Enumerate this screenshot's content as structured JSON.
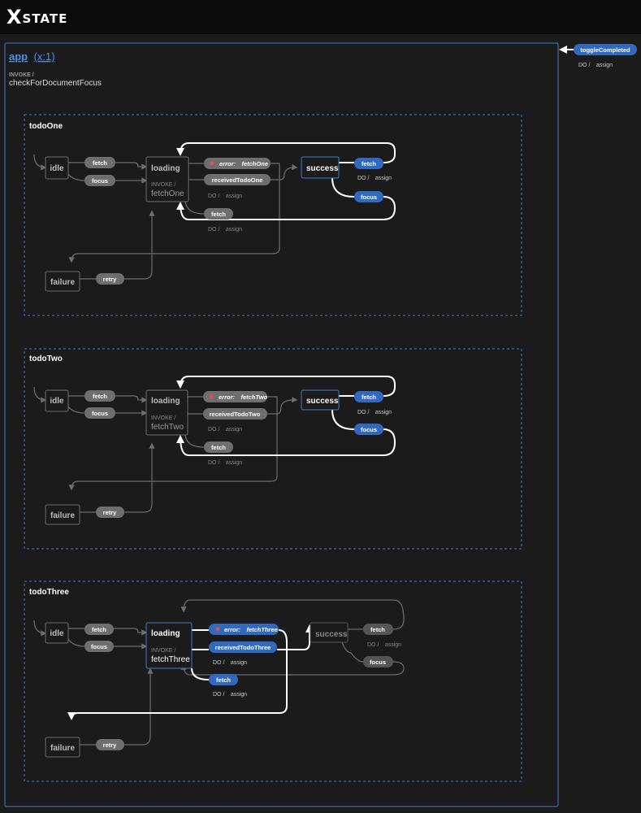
{
  "header": {
    "logo_mark": "X",
    "logo_text": "STATE"
  },
  "root": {
    "name": "app",
    "id_label": "(x:1)",
    "invoke_label": "INVOKE /",
    "invoke_src": "checkForDocumentFocus",
    "event": "toggleCompleted",
    "event_action": "assign",
    "do_label": "DO /"
  },
  "groups": [
    {
      "name": "todoOne",
      "states": {
        "idle": "idle",
        "loading": "loading",
        "success": "success",
        "failure": "failure"
      },
      "loading_invoke_label": "INVOKE /",
      "loading_invoke_src": "fetchOne",
      "events": {
        "idle_fetch": "fetch",
        "idle_focus": "focus",
        "error_prefix": "error:",
        "error_src": "fetchOne",
        "received": "receivedTodoOne",
        "loading_fetch": "fetch",
        "success_fetch": "fetch",
        "success_focus": "focus",
        "retry": "retry"
      },
      "do_label": "DO /",
      "action": "assign"
    },
    {
      "name": "todoTwo",
      "states": {
        "idle": "idle",
        "loading": "loading",
        "success": "success",
        "failure": "failure"
      },
      "loading_invoke_label": "INVOKE /",
      "loading_invoke_src": "fetchTwo",
      "events": {
        "idle_fetch": "fetch",
        "idle_focus": "focus",
        "error_prefix": "error:",
        "error_src": "fetchTwo",
        "received": "receivedTodoTwo",
        "loading_fetch": "fetch",
        "success_fetch": "fetch",
        "success_focus": "focus",
        "retry": "retry"
      },
      "do_label": "DO /",
      "action": "assign"
    },
    {
      "name": "todoThree",
      "states": {
        "idle": "idle",
        "loading": "loading",
        "success": "success",
        "failure": "failure"
      },
      "loading_invoke_label": "INVOKE /",
      "loading_invoke_src": "fetchThree",
      "events": {
        "idle_fetch": "fetch",
        "idle_focus": "focus",
        "error_prefix": "error:",
        "error_src": "fetchThree",
        "received": "receivedTodoThree",
        "loading_fetch": "fetch",
        "success_fetch": "fetch",
        "success_focus": "focus",
        "retry": "retry"
      },
      "do_label": "DO /",
      "action": "assign"
    }
  ],
  "colors": {
    "active": "#3169c1",
    "inactive": "#6e6e6e",
    "border": "#3d7ccf",
    "background": "#1b1b1b"
  }
}
